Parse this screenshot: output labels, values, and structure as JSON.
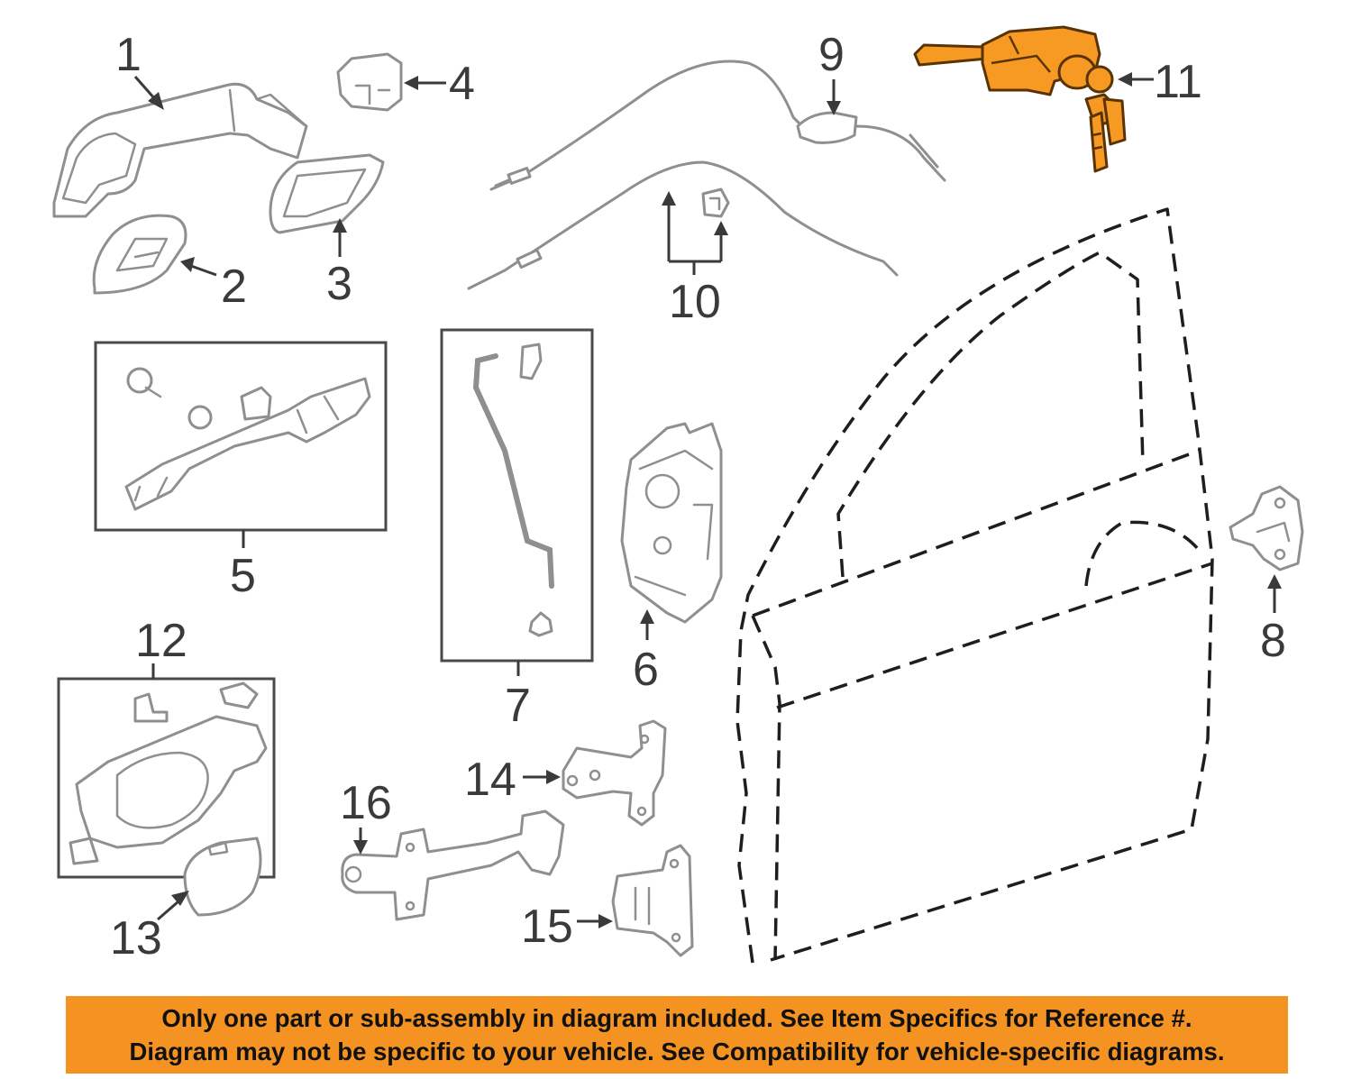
{
  "callouts": {
    "c1": "1",
    "c2": "2",
    "c3": "3",
    "c4": "4",
    "c5": "5",
    "c6": "6",
    "c7": "7",
    "c8": "8",
    "c9": "9",
    "c10": "10",
    "c11": "11",
    "c12": "12",
    "c13": "13",
    "c14": "14",
    "c15": "15",
    "c16": "16"
  },
  "highlighted_part": "11",
  "colors": {
    "highlight": "#f79a24",
    "banner": "#f49321",
    "line_art": "#8f8f8f",
    "door_outline": "#1e1e1e"
  },
  "disclaimer": {
    "line1": "Only one part or sub-assembly in diagram included. See Item Specifics for Reference #.",
    "line2": "Diagram may not be specific to your vehicle. See Compatibility for vehicle-specific diagrams."
  }
}
